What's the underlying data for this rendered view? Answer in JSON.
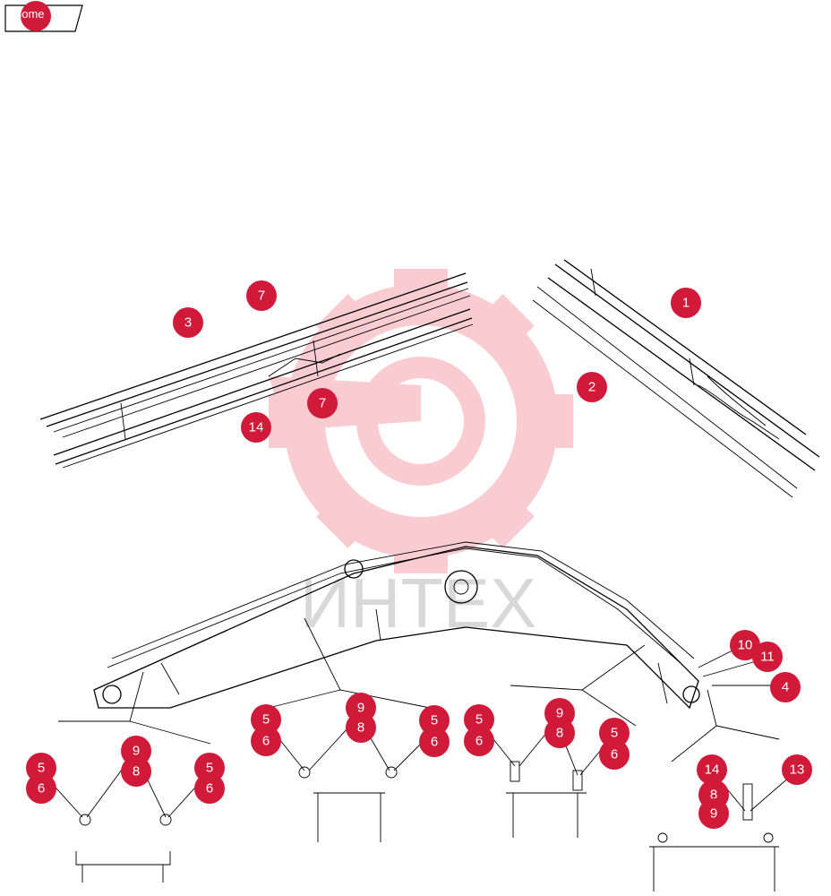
{
  "home_label": "home",
  "watermark_text": "ИНТЕХ",
  "colors": {
    "callout": "#d11a3a",
    "watermark": "#f4a4ac"
  },
  "callouts": [
    "1",
    "2",
    "3",
    "4",
    "5",
    "6",
    "7",
    "8",
    "9",
    "10",
    "11",
    "13",
    "14"
  ]
}
